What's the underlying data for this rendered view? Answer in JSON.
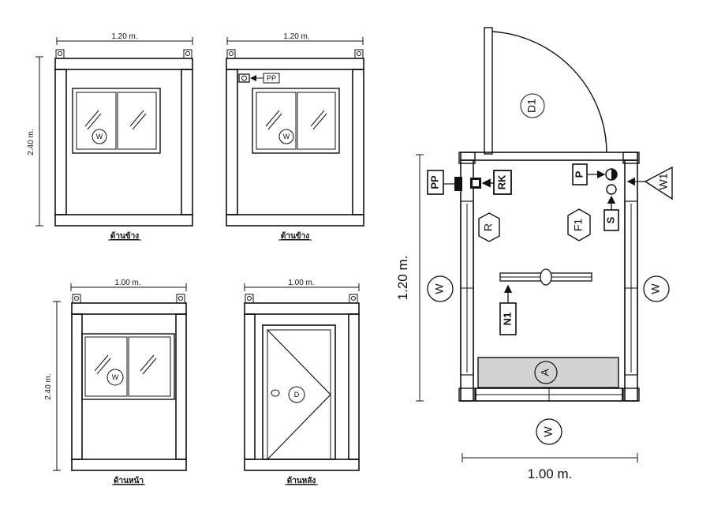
{
  "elevations": {
    "side_left": {
      "width_label": "1.20 m.",
      "height_label": "2.40 m.",
      "window_tag": "W",
      "caption": "ด้านข้าง"
    },
    "side_right": {
      "width_label": "1.20 m.",
      "window_tag": "W",
      "plug_tag": "PP",
      "caption": "ด้านข้าง"
    },
    "front": {
      "width_label": "1.00 m.",
      "height_label": "2.40 m.",
      "window_tag": "W",
      "caption": "ด้านหน้า"
    },
    "back": {
      "width_label": "1.00 m.",
      "door_tag": "D",
      "caption": "ด้านหลัง"
    }
  },
  "plan": {
    "height_label": "1.20 m.",
    "width_label": "1.00 m.",
    "door_tag": "D1",
    "outlet_tag": "PP",
    "rack_tag": "RK",
    "panel_tag": "P",
    "switch_tag": "S",
    "light_tag": "W1",
    "router_tag": "R",
    "floor_tag": "F1",
    "fluorescent_tag": "N1",
    "aircon_tag": "A",
    "window_left_tag": "W",
    "window_right_tag": "W",
    "window_bottom_tag": "W"
  }
}
